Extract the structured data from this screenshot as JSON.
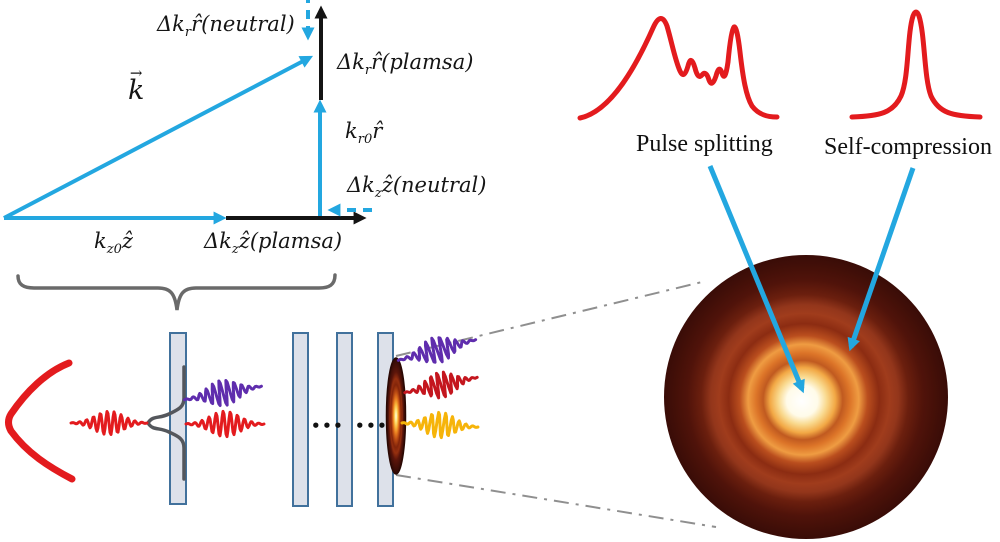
{
  "figure": {
    "colors": {
      "blue": "#23A7E0",
      "black": "#141414",
      "red": "#E31B1E",
      "dark_red": "#C4161E",
      "purple": "#5F2DAD",
      "yellow": "#F6B40A",
      "plate_fill": "#DDE1EA",
      "plate_border": "#41719C",
      "gray_curve": "#54575C",
      "brace_gray": "#6A6A6A",
      "dashdot_gray": "#8F8F8F",
      "dot_black": "#111111"
    },
    "k_diagram": {
      "labels": {
        "dkr_neutral": {
          "pre": "Δk",
          "sub": "r",
          "post": "r̂(neutral)"
        },
        "dkr_plasma": {
          "pre": "Δk",
          "sub": "r",
          "post": "r̂(plamsa)"
        },
        "k_vector": {
          "pre": "k",
          "arrow": "→"
        },
        "kr0": {
          "pre": "k",
          "sub": "r0",
          "post": "r̂"
        },
        "dkz_neutral": {
          "pre": "Δk",
          "sub": "z",
          "post": "ẑ(neutral)"
        },
        "kz0": {
          "pre": "k",
          "sub": "z0",
          "post": "ẑ"
        },
        "dkz_plasma": {
          "pre": "Δk",
          "sub": "z",
          "post": "ẑ(plamsa)"
        }
      }
    },
    "captions": {
      "pulse_splitting": "Pulse splitting",
      "self_compression": "Self-compression"
    },
    "glyphs": {
      "ellipsis": "•••"
    }
  }
}
